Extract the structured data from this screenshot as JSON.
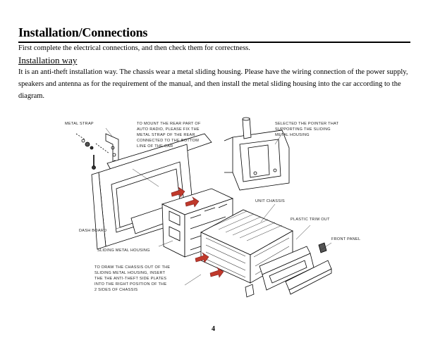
{
  "page": {
    "title": "Installation/Connections",
    "intro": "First complete the electrical connections, and then check them for correctness.",
    "subheading": "Installation way",
    "paragraph": "It is an anti-theft installation way. The chassis wear a metal sliding housing. Please have the wiring connection of the power supply, speakers and antenna as for the requirement of the manual, and then install the metal sliding housing into the car according to the diagram.",
    "page_number": "4"
  },
  "diagram": {
    "labels": {
      "metal_strap": "METAL STRAP",
      "strap_note": "TO MOUNT THE REAR PART OF\nAUTO RADIO, PLEASE FIX THE\nMETAL STRAP OF THE REAR\nCONNECTED TO THE BOTTOM\nLINE OF THE CAR",
      "selected_note": "SELECTED THE POINTER THAT\nSUPPORTING THE SLIDING\nMETAL HOUSING",
      "unit_chassis": "UNIT CHASSIS",
      "plastic_trim": "PLASTIC TRIM OUT",
      "front_panel": "FRONT PANEL",
      "dash_board": "DASH BOARD",
      "sliding_housing": "SLIDING METAL HOUSING",
      "draw_note": "TO DRAW THE CHASSIS OUT OF THE\nSLIDING METAL HOUSING, INSERT\nTHE THE ANTI-THEFT SIDE PLATES\nINTO THE RIGHT POSITION OF THE\n2 SIDES OF CHASSIS"
    }
  }
}
